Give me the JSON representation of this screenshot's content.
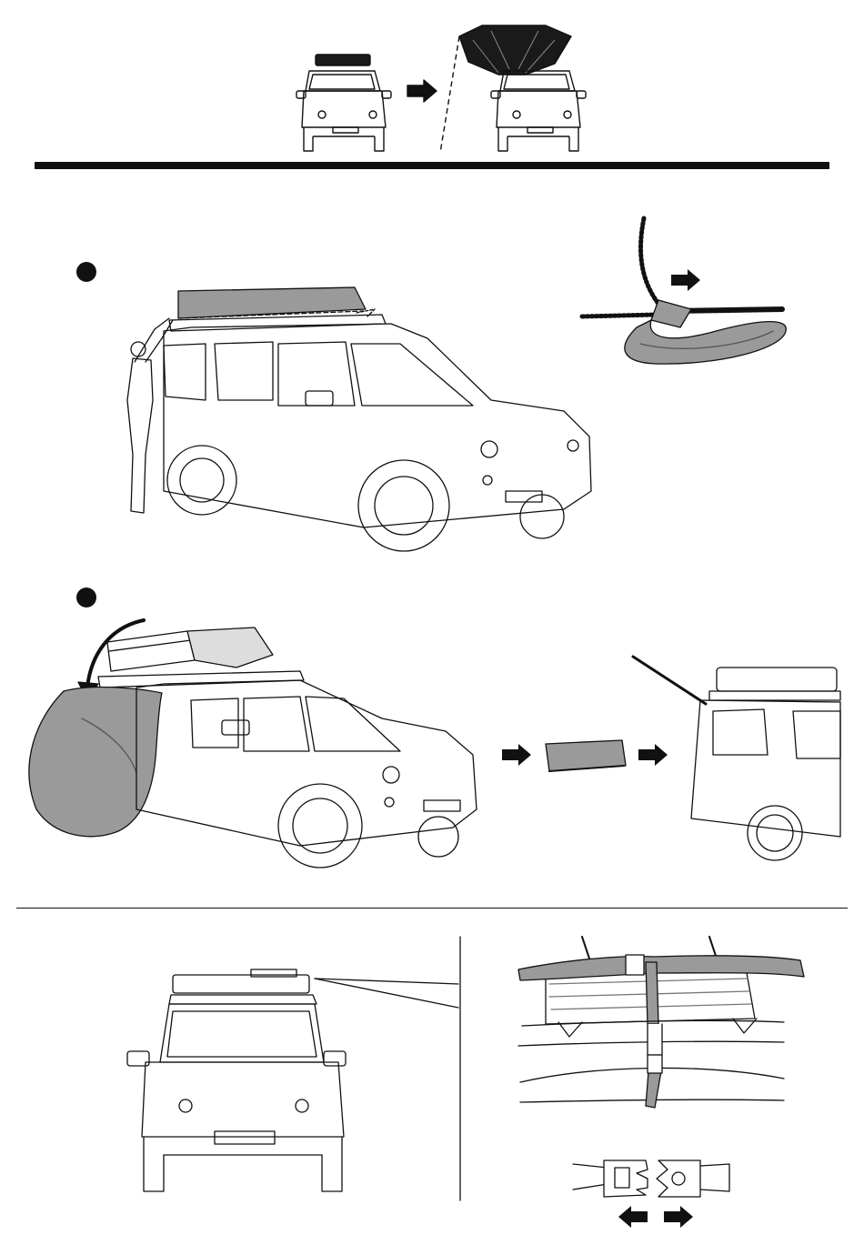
{
  "page": {
    "background": "#ffffff",
    "line_color": "#111111",
    "fill_gray": "#9a9a9a",
    "fill_dark": "#1a1a1a"
  },
  "header": {
    "panel_closed": "car-front-closed-tent",
    "panel_open": "car-front-open-tent",
    "arrow": "arrow-right-icon"
  },
  "steps": [
    {
      "marker": "step-1-marker",
      "scene": "unzip-cover-side-view",
      "detail": "zipper-pull-detail"
    },
    {
      "marker": "step-2-marker",
      "scene": "remove-cover-side-view",
      "detail": "fold-and-stow-in-trunk"
    }
  ],
  "bottom": {
    "left": "car-front-mounted-tent",
    "right_top": "strap-mount-detail",
    "right_bottom": "buckle-release-detail"
  },
  "icons": [
    "arrow-right-icon",
    "arrow-left-icon",
    "curved-arrow-icon",
    "zipper-icon",
    "buckle-icon"
  ]
}
